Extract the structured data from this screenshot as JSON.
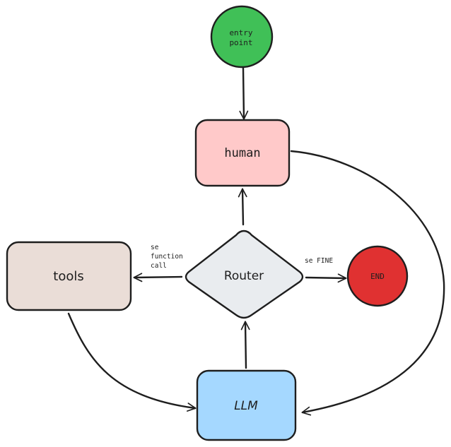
{
  "nodes": {
    "entry": {
      "line1": "entry",
      "line2": "point",
      "color": "#40c057"
    },
    "human": {
      "label": "human",
      "color": "#ffc9c9"
    },
    "router": {
      "label": "Router",
      "color": "#e9ecef"
    },
    "tools": {
      "label": "tools",
      "color": "#eaddd7"
    },
    "end": {
      "label": "END",
      "color": "#e03131"
    },
    "llm": {
      "label": "LLM",
      "color": "#a5d8ff"
    }
  },
  "edges": {
    "router_to_tools": {
      "line1": "se",
      "line2": "function",
      "line3": "call"
    },
    "router_to_end": {
      "label": "se FINE"
    }
  }
}
